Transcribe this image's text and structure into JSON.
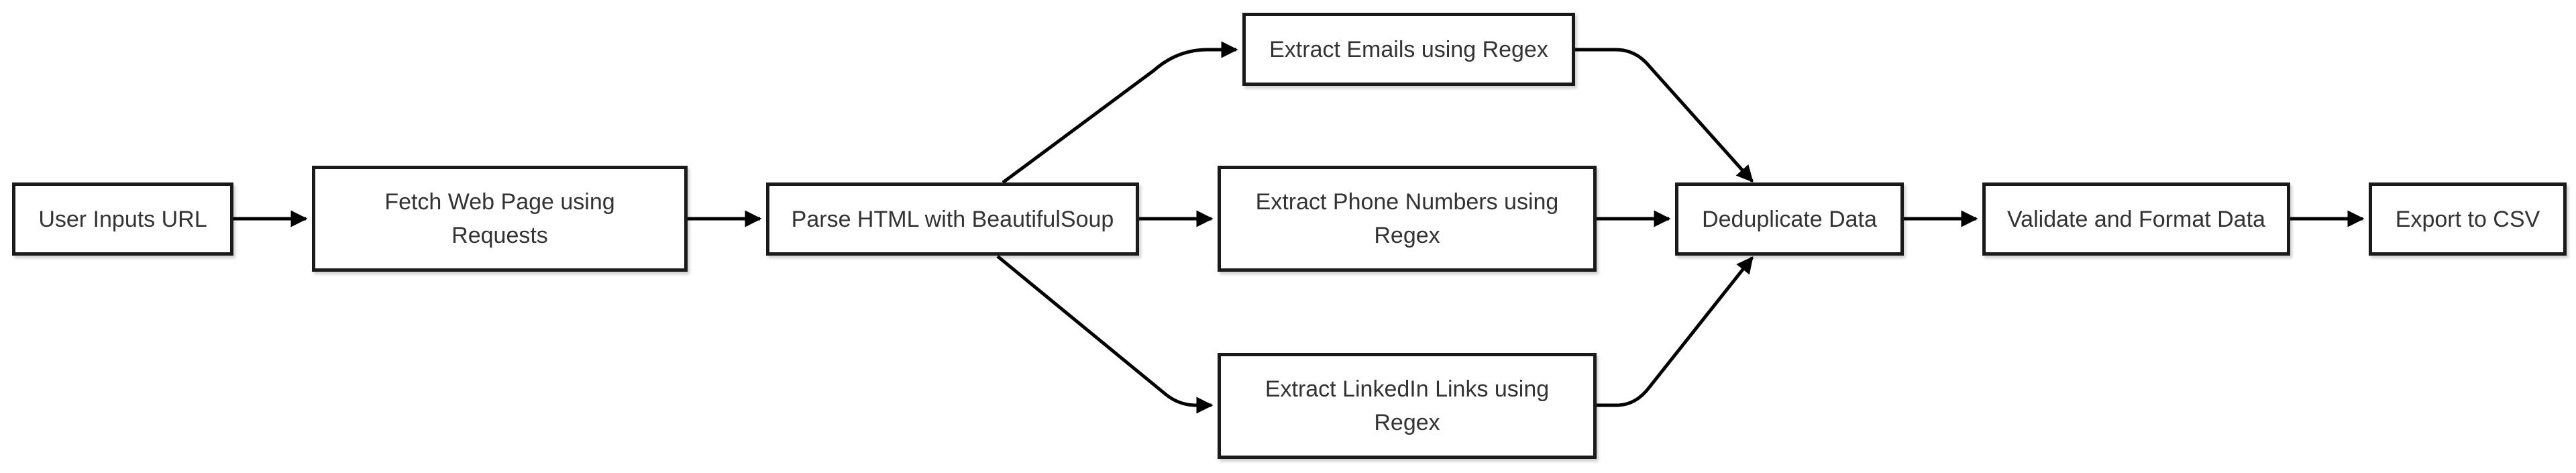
{
  "diagram": {
    "type": "flowchart",
    "direction": "left-to-right",
    "colors": {
      "node_border": "#1a1a1a",
      "node_fill": "#ffffff",
      "text": "#333333",
      "edge": "#000000"
    },
    "nodes": {
      "user_input": {
        "label": "User Inputs URL"
      },
      "fetch": {
        "label": "Fetch Web Page using Requests"
      },
      "parse": {
        "label": "Parse HTML with BeautifulSoup"
      },
      "emails": {
        "label": "Extract Emails using Regex"
      },
      "phones": {
        "label": "Extract Phone Numbers using Regex"
      },
      "linkedin": {
        "label": "Extract LinkedIn Links using Regex"
      },
      "dedupe": {
        "label": "Deduplicate Data"
      },
      "validate": {
        "label": "Validate and Format Data"
      },
      "export": {
        "label": "Export to CSV"
      }
    },
    "edges": [
      {
        "from": "user_input",
        "to": "fetch"
      },
      {
        "from": "fetch",
        "to": "parse"
      },
      {
        "from": "parse",
        "to": "emails"
      },
      {
        "from": "parse",
        "to": "phones"
      },
      {
        "from": "parse",
        "to": "linkedin"
      },
      {
        "from": "emails",
        "to": "dedupe"
      },
      {
        "from": "phones",
        "to": "dedupe"
      },
      {
        "from": "linkedin",
        "to": "dedupe"
      },
      {
        "from": "dedupe",
        "to": "validate"
      },
      {
        "from": "validate",
        "to": "export"
      }
    ]
  }
}
